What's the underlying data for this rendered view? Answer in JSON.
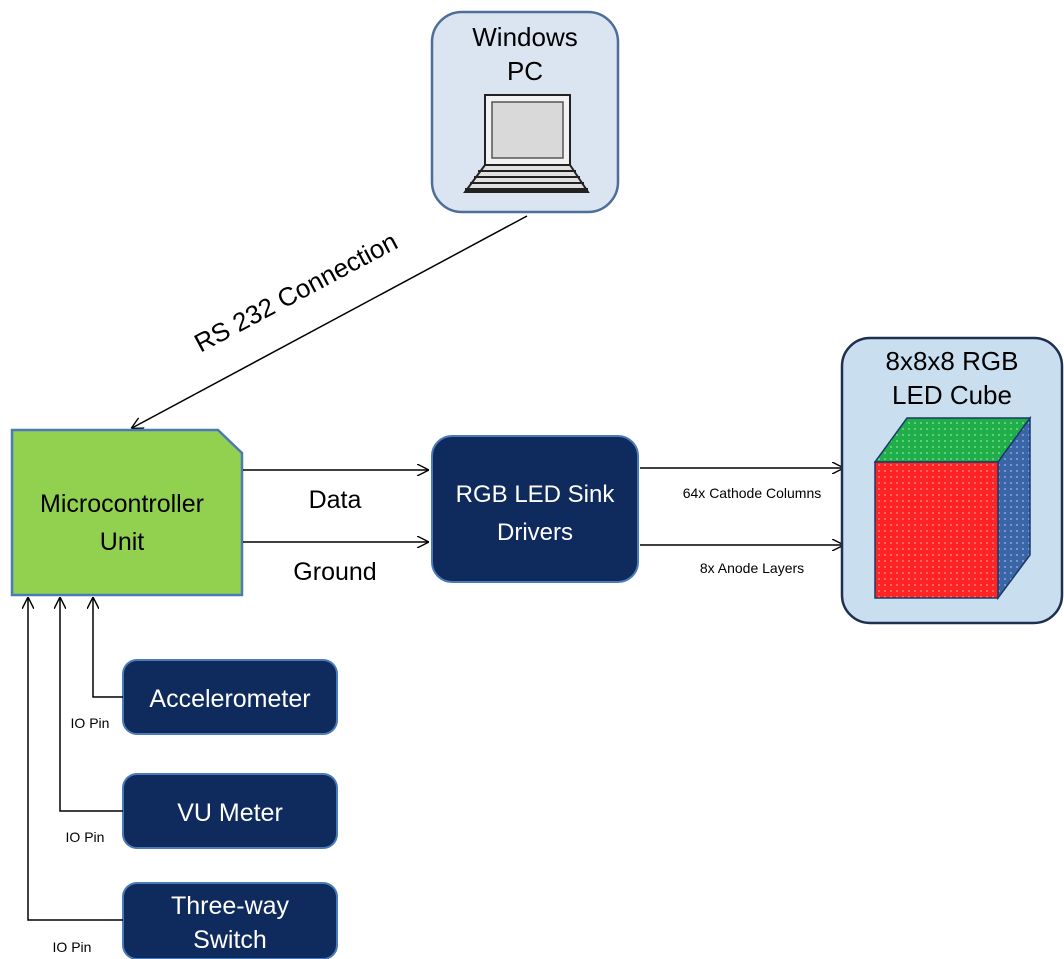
{
  "nodes": {
    "windows_pc": {
      "line1": "Windows",
      "line2": "PC"
    },
    "mcu": {
      "line1": "Microcontroller",
      "line2": "Unit"
    },
    "sink_drivers": {
      "line1": "RGB LED Sink",
      "line2": "Drivers"
    },
    "led_cube": {
      "line1": "8x8x8 RGB",
      "line2": "LED Cube"
    },
    "accelerometer": {
      "label": "Accelerometer"
    },
    "vu_meter": {
      "label": "VU Meter"
    },
    "switch": {
      "line1": "Three-way",
      "line2": "Switch"
    }
  },
  "edges": {
    "rs232": "RS 232 Connection",
    "data": "Data",
    "ground": "Ground",
    "cathode": "64x Cathode Columns",
    "anode": "8x Anode Layers",
    "io_pin_1": "IO Pin",
    "io_pin_2": "IO Pin",
    "io_pin_3": "IO Pin"
  },
  "colors": {
    "pc_fill": "#dbe5f1",
    "pc_stroke": "#4f6d9a",
    "mcu_fill": "#92d050",
    "mcu_stroke": "#4a7ab8",
    "dark_box": "#0f2a5c",
    "cube_panel_fill": "#c9dff0",
    "cube_front": "#ff2020",
    "cube_top": "#22b04a",
    "cube_side": "#3a66a8"
  }
}
